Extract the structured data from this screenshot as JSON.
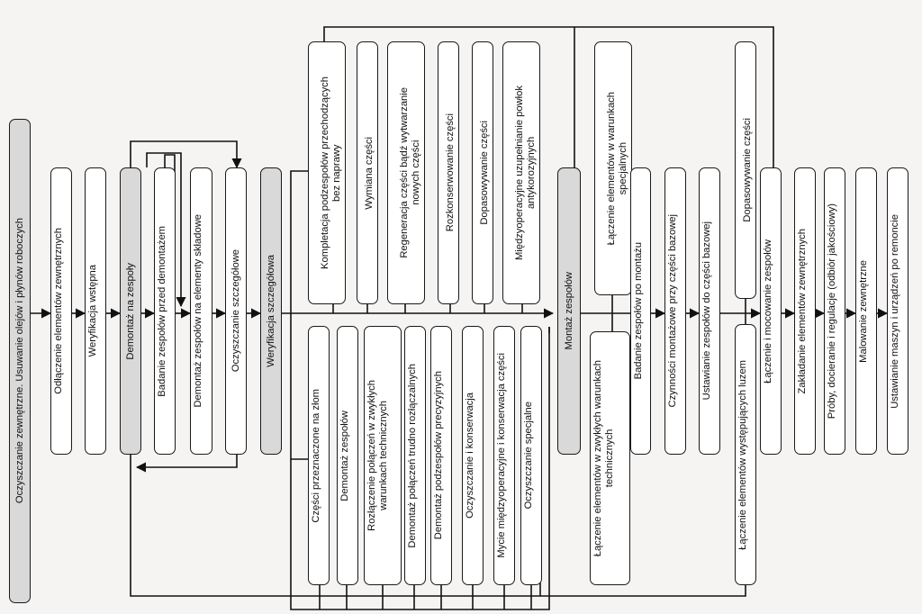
{
  "steps": {
    "s01": "Oczyszczanie zewnętrzne. Usuwanie olejów i płynów roboczych",
    "s02": "Odłączenie elementów zewnętrznych",
    "s03": "Weryfikacja wstępna",
    "s04": "Demontaż na zespoły",
    "s05": "Badanie zespołów przed demontażem",
    "s06": "Demontaż zespołów na elementy składowe",
    "s07": "Oczyszczanie szczegółowe",
    "s08": "Weryfikacja szczegółowa",
    "u01": "Kompletacja podzespołów przechodzących\nbez naprawy",
    "u02": "Wymiana części",
    "u03": "Regeneracja części bądź wytwarzanie\nnowych części",
    "u04": "Rozkonserwowanie części",
    "u05": "Dopasowywanie części",
    "u06": "Międzyoperacyjne uzupełnianie powłok\nantykorozyjnych",
    "l01": "Części przeznaczone na złom",
    "l02": "Demontaż zespołów",
    "l03": "Rozłączenie połączeń w zwykłych\nwarunkach technicznych",
    "l04": "Demontaż połączeń trudno rozłączalnych",
    "l05": "Demontaż podzespołów precyzyjnych",
    "l06": "Oczyszczanie i konserwacja",
    "l07": "Mycie międzyoperacyjne i konserwacja części",
    "l08": "Oczyszczanie specjalne",
    "m01": "Montaż zespołów",
    "r01": "Łączenie elementów w warunkach\nspecjalnych",
    "r02": "Łączenie elementów w zwykłych warunkach\ntechnicznych",
    "r03": "Badanie zespołów po montażu",
    "r04": "Czynności montażowe przy części bazowej",
    "r05": "Ustawianie zespołów do części bazowej",
    "r06": "Dopasowywanie części",
    "r07": "Łączenie elementów występujących luzem",
    "r08": "Łączenie i mocowanie zespołów",
    "r09": "Zakładanie elementów zewnętrznych",
    "r10": "Próby, docieranie i regulacje (odbiór jakościowy)",
    "r11": "Malowanie zewnętrzne",
    "r12": "Ustawianie maszyn i urządzeń po remoncie"
  }
}
